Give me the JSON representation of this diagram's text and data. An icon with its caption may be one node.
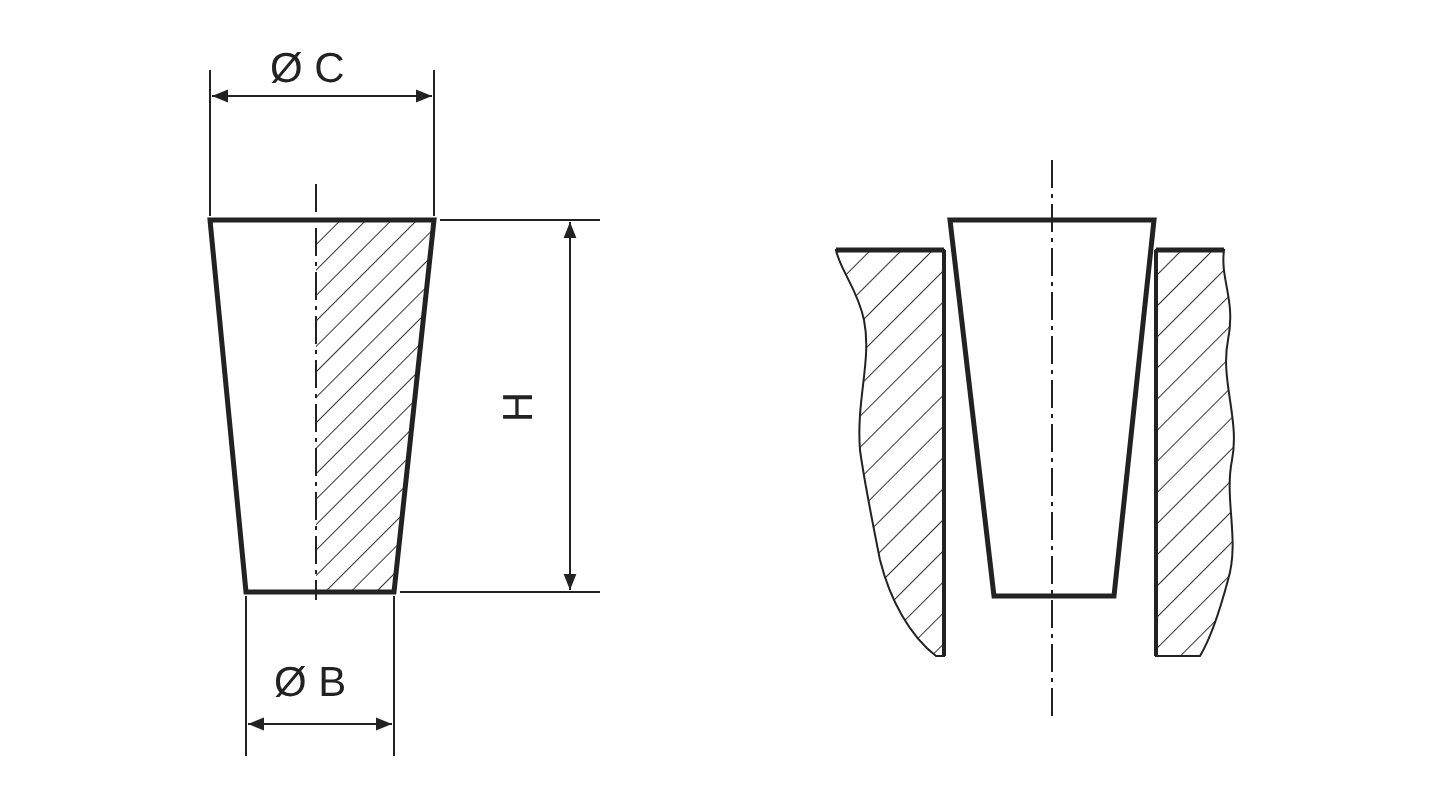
{
  "diagram": {
    "labels": [
      "Ø C",
      "H",
      "Ø B"
    ]
  }
}
